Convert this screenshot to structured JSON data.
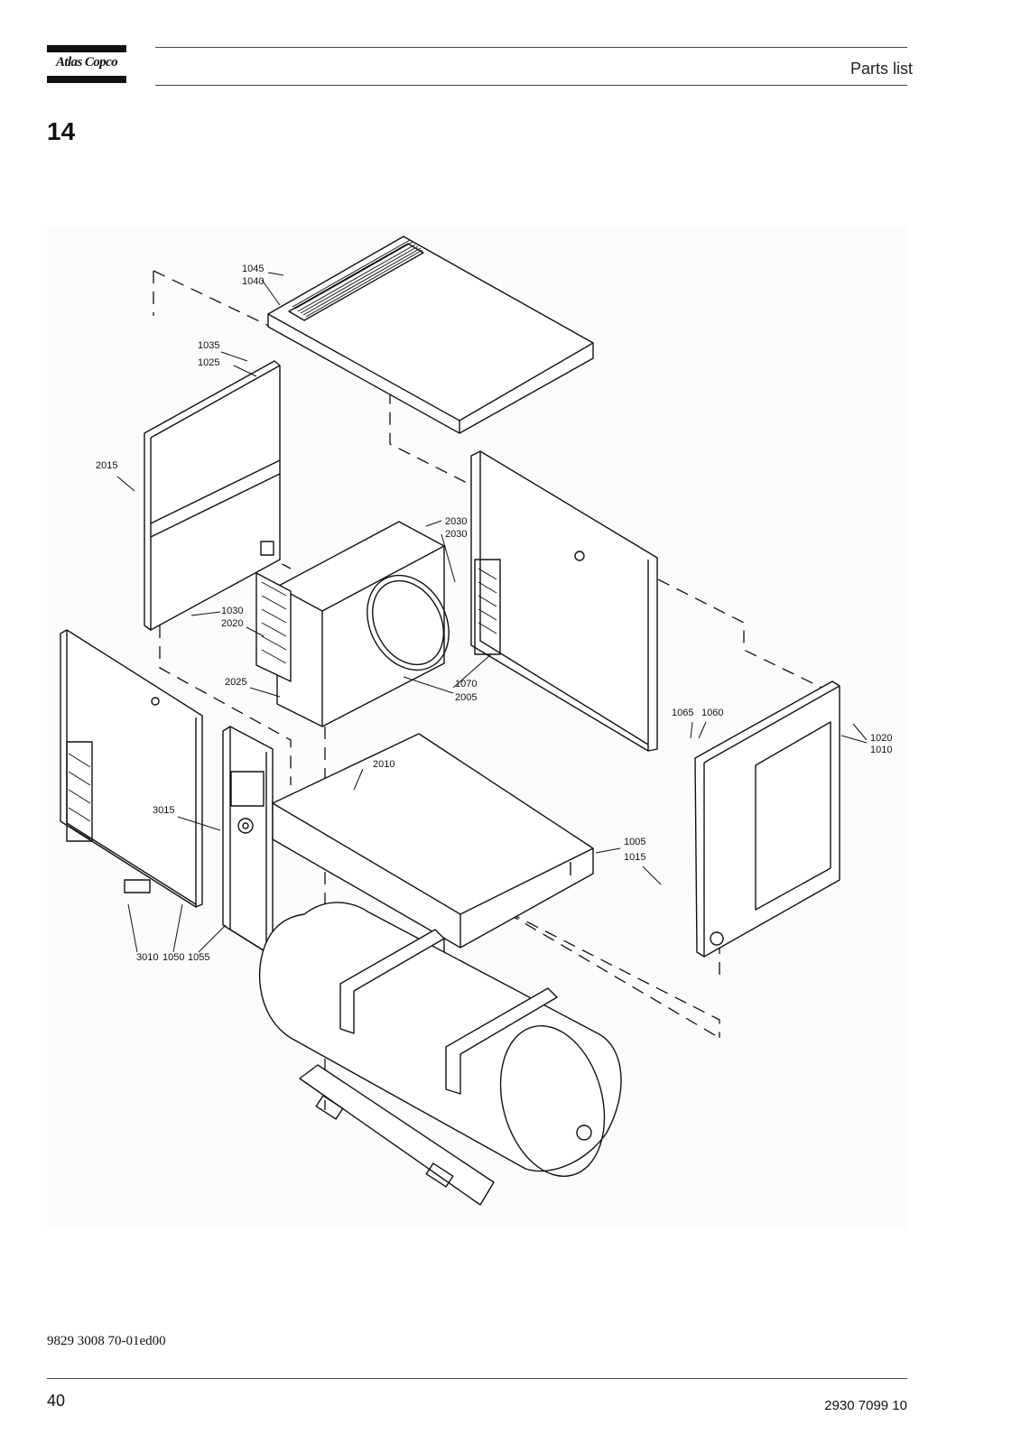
{
  "header": {
    "brand": "Atlas Copco",
    "section_title": "Parts list"
  },
  "chapter_number": "14",
  "drawing": {
    "callouts": {
      "c1045": "1045",
      "c1040": "1040",
      "c1035": "1035",
      "c1025": "1025",
      "c2015": "2015",
      "c2030a": "2030",
      "c2030b": "2030",
      "c1030": "1030",
      "c2020": "2020",
      "c2025": "2025",
      "c1070": "1070",
      "c2005": "2005",
      "c1065": "1065",
      "c1060": "1060",
      "c1020": "1020",
      "c1010": "1010",
      "c2010": "2010",
      "c3015": "3015",
      "c1005": "1005",
      "c1015": "1015",
      "c3010": "3010",
      "c1050": "1050",
      "c1055": "1055"
    }
  },
  "footer": {
    "doc_ref": "9829 3008 70-01ed00",
    "page_number": "40",
    "doc_number": "2930 7099 10"
  }
}
